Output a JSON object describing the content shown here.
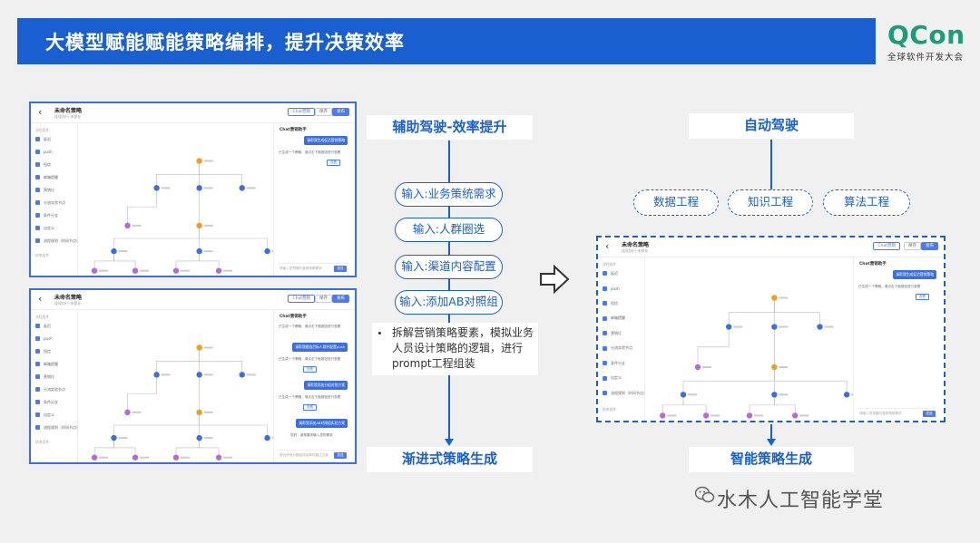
{
  "slide": {
    "title": "大模型赋能赋能策略编排，提升决策效率",
    "logo_main": "QCon",
    "logo_sub": "全球软件开发大会",
    "watermark": "水木人工智能学堂"
  },
  "colors": {
    "brand": "#1a5fcf",
    "logo": "#1c9c79",
    "node_blue": "#3b6fe0",
    "node_orange": "#f29b26",
    "node_purple": "#b36bd8"
  },
  "left_flow": {
    "top_label": "辅助驾驶-效率提升",
    "steps": [
      "输入:业务策统需求",
      "输入:人群圈选",
      "输入:渠道内容配置",
      "输入:添加AB对照组"
    ],
    "description": "拆解营销策略要素，模拟业务人员设计策略的逻辑，进行prompt工程组装",
    "bottom_label": "渐进式策略生成"
  },
  "right_flow": {
    "top_label": "自动驾驶",
    "pillars": [
      "数据工程",
      "知识工程",
      "算法工程"
    ],
    "bottom_label": "智能策略生成"
  },
  "mock_app": {
    "title": "未命名策略",
    "subtitle": "连续执行·未保存",
    "btn_chat": "Chat营销",
    "btn_save": "保存",
    "btn_publish": "发布",
    "sidebar_head": "流程组件",
    "sidebar_items": [
      "延迟",
      "push",
      "短信",
      "邮箱提醒",
      "营销位",
      "分流实验节点",
      "条件分支",
      "自定义",
      "流程规则（时间节点）"
    ],
    "sidebar_head2": "结束组件",
    "chat_title": "Chat营销助手",
    "chat_user_1": "请帮我生成促活营销策略",
    "chat_bot_1": "已生成一个策略，请点击下面按钮进行查看",
    "chat_confirm": "查看",
    "chat_user_2": "请帮我圈选目标人群并配置push",
    "chat_user_3": "请帮我添加分组对照方案",
    "chat_user_4": "请帮我添加AB对照组实验方案",
    "chat_tip": "您好，请按要求输入您的需求",
    "chat_placeholder": "请输入您想要的营销策略需求",
    "chat_input_2": "请为所有对照组添加邮件触达方案",
    "chat_send": "发送"
  }
}
